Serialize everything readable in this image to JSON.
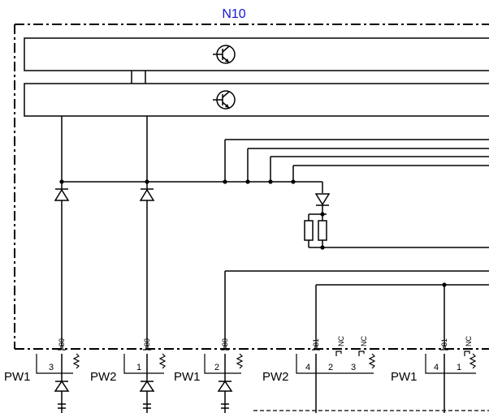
{
  "module": {
    "name": "N10",
    "title_color": "#1515d6"
  },
  "pins": {
    "p1": "30",
    "p2": "30",
    "p3": "30",
    "p4": "31",
    "p5": "NC",
    "p6": "NC",
    "p7": "31",
    "p8": "NC"
  },
  "connectors": [
    {
      "name": "PW1",
      "pin": "3"
    },
    {
      "name": "PW2",
      "pin": "1"
    },
    {
      "name": "PW1",
      "pin": "2"
    },
    {
      "name": "PW2",
      "pin": "4",
      "pin_b": "2",
      "pin_c": "3"
    },
    {
      "name": "PW1",
      "pin": "4",
      "pin_b": "1"
    }
  ],
  "icons": [
    "transistor-icon",
    "diode-icon",
    "resistor-icon",
    "ground-icon",
    "crimp-terminal-icon"
  ]
}
